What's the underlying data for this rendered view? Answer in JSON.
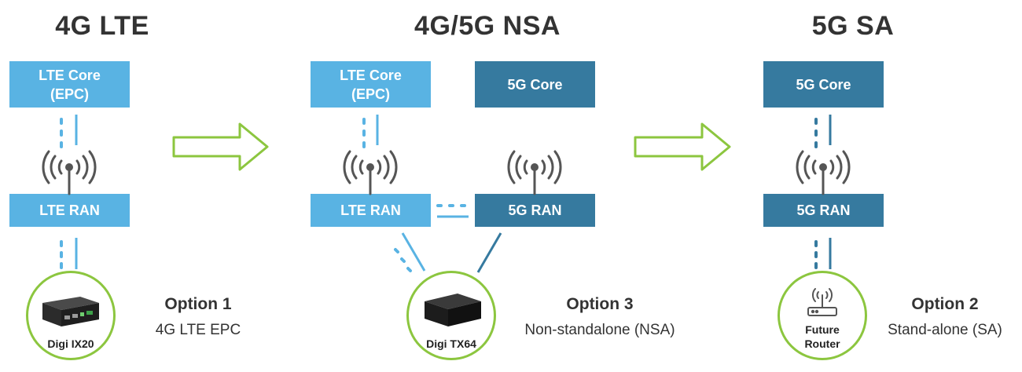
{
  "columns": [
    {
      "title": "4G LTE",
      "core_boxes": [
        "LTE Core\n(EPC)"
      ],
      "ran_boxes": [
        "LTE RAN"
      ],
      "device": "Digi IX20",
      "option_title": "Option 1",
      "option_desc": "4G LTE EPC"
    },
    {
      "title": "4G/5G NSA",
      "core_boxes": [
        "LTE Core\n(EPC)",
        "5G Core"
      ],
      "ran_boxes": [
        "LTE RAN",
        "5G RAN"
      ],
      "device": "Digi TX64",
      "option_title": "Option 3",
      "option_desc": "Non-standalone (NSA)"
    },
    {
      "title": "5G SA",
      "core_boxes": [
        "5G Core"
      ],
      "ran_boxes": [
        "5G RAN"
      ],
      "device": "Future\nRouter",
      "option_title": "Option 2",
      "option_desc": "Stand-alone (SA)"
    }
  ],
  "colors": {
    "lte": "#59b3e3",
    "nr": "#367a9f",
    "arrow": "#8cc63f",
    "device_ring": "#8cc63f"
  },
  "icons": [
    "antenna-icon",
    "transition-arrow-icon",
    "router-icon",
    "device-image"
  ]
}
